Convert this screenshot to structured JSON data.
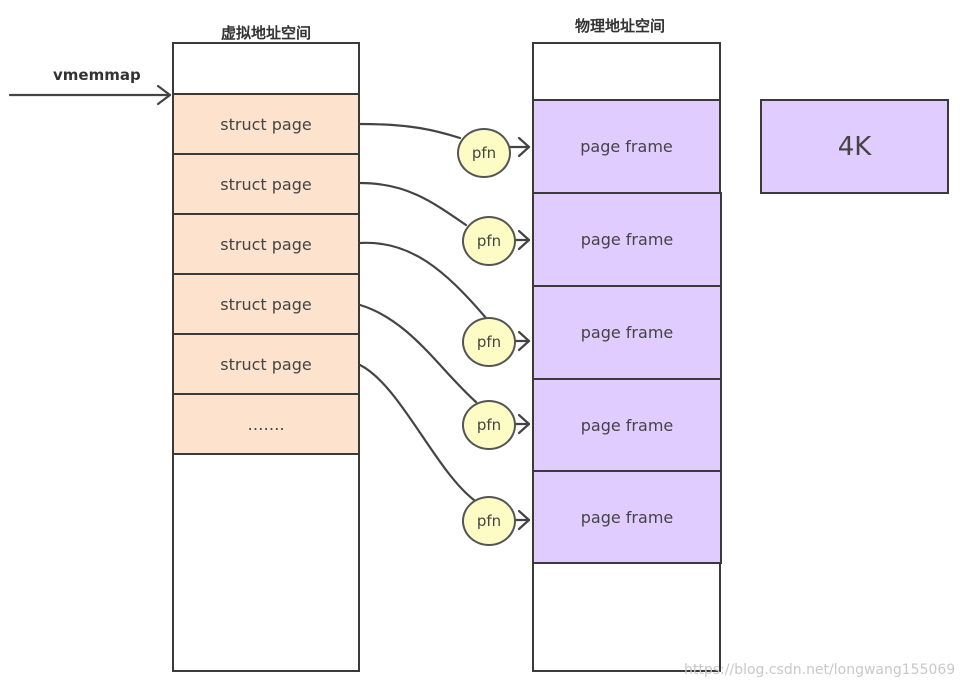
{
  "virtual_space": {
    "title": "虚拟地址空间",
    "cells": [
      "struct page",
      "struct page",
      "struct page",
      "struct page",
      "struct page",
      "……."
    ]
  },
  "physical_space": {
    "title": "物理地址空间",
    "cells": [
      "page frame",
      "page frame",
      "page frame",
      "page frame",
      "page frame"
    ]
  },
  "pointer": {
    "label": "vmemmap"
  },
  "pfn_nodes": [
    "pfn",
    "pfn",
    "pfn",
    "pfn",
    "pfn"
  ],
  "size_box": {
    "label": "4K"
  },
  "watermark": "https://blog.csdn.net/longwang155069",
  "colors": {
    "struct_page_fill": "#fde3cd",
    "page_frame_fill": "#e0ccff",
    "pfn_fill": "#fdfcc4",
    "border": "#3a3a3a"
  }
}
